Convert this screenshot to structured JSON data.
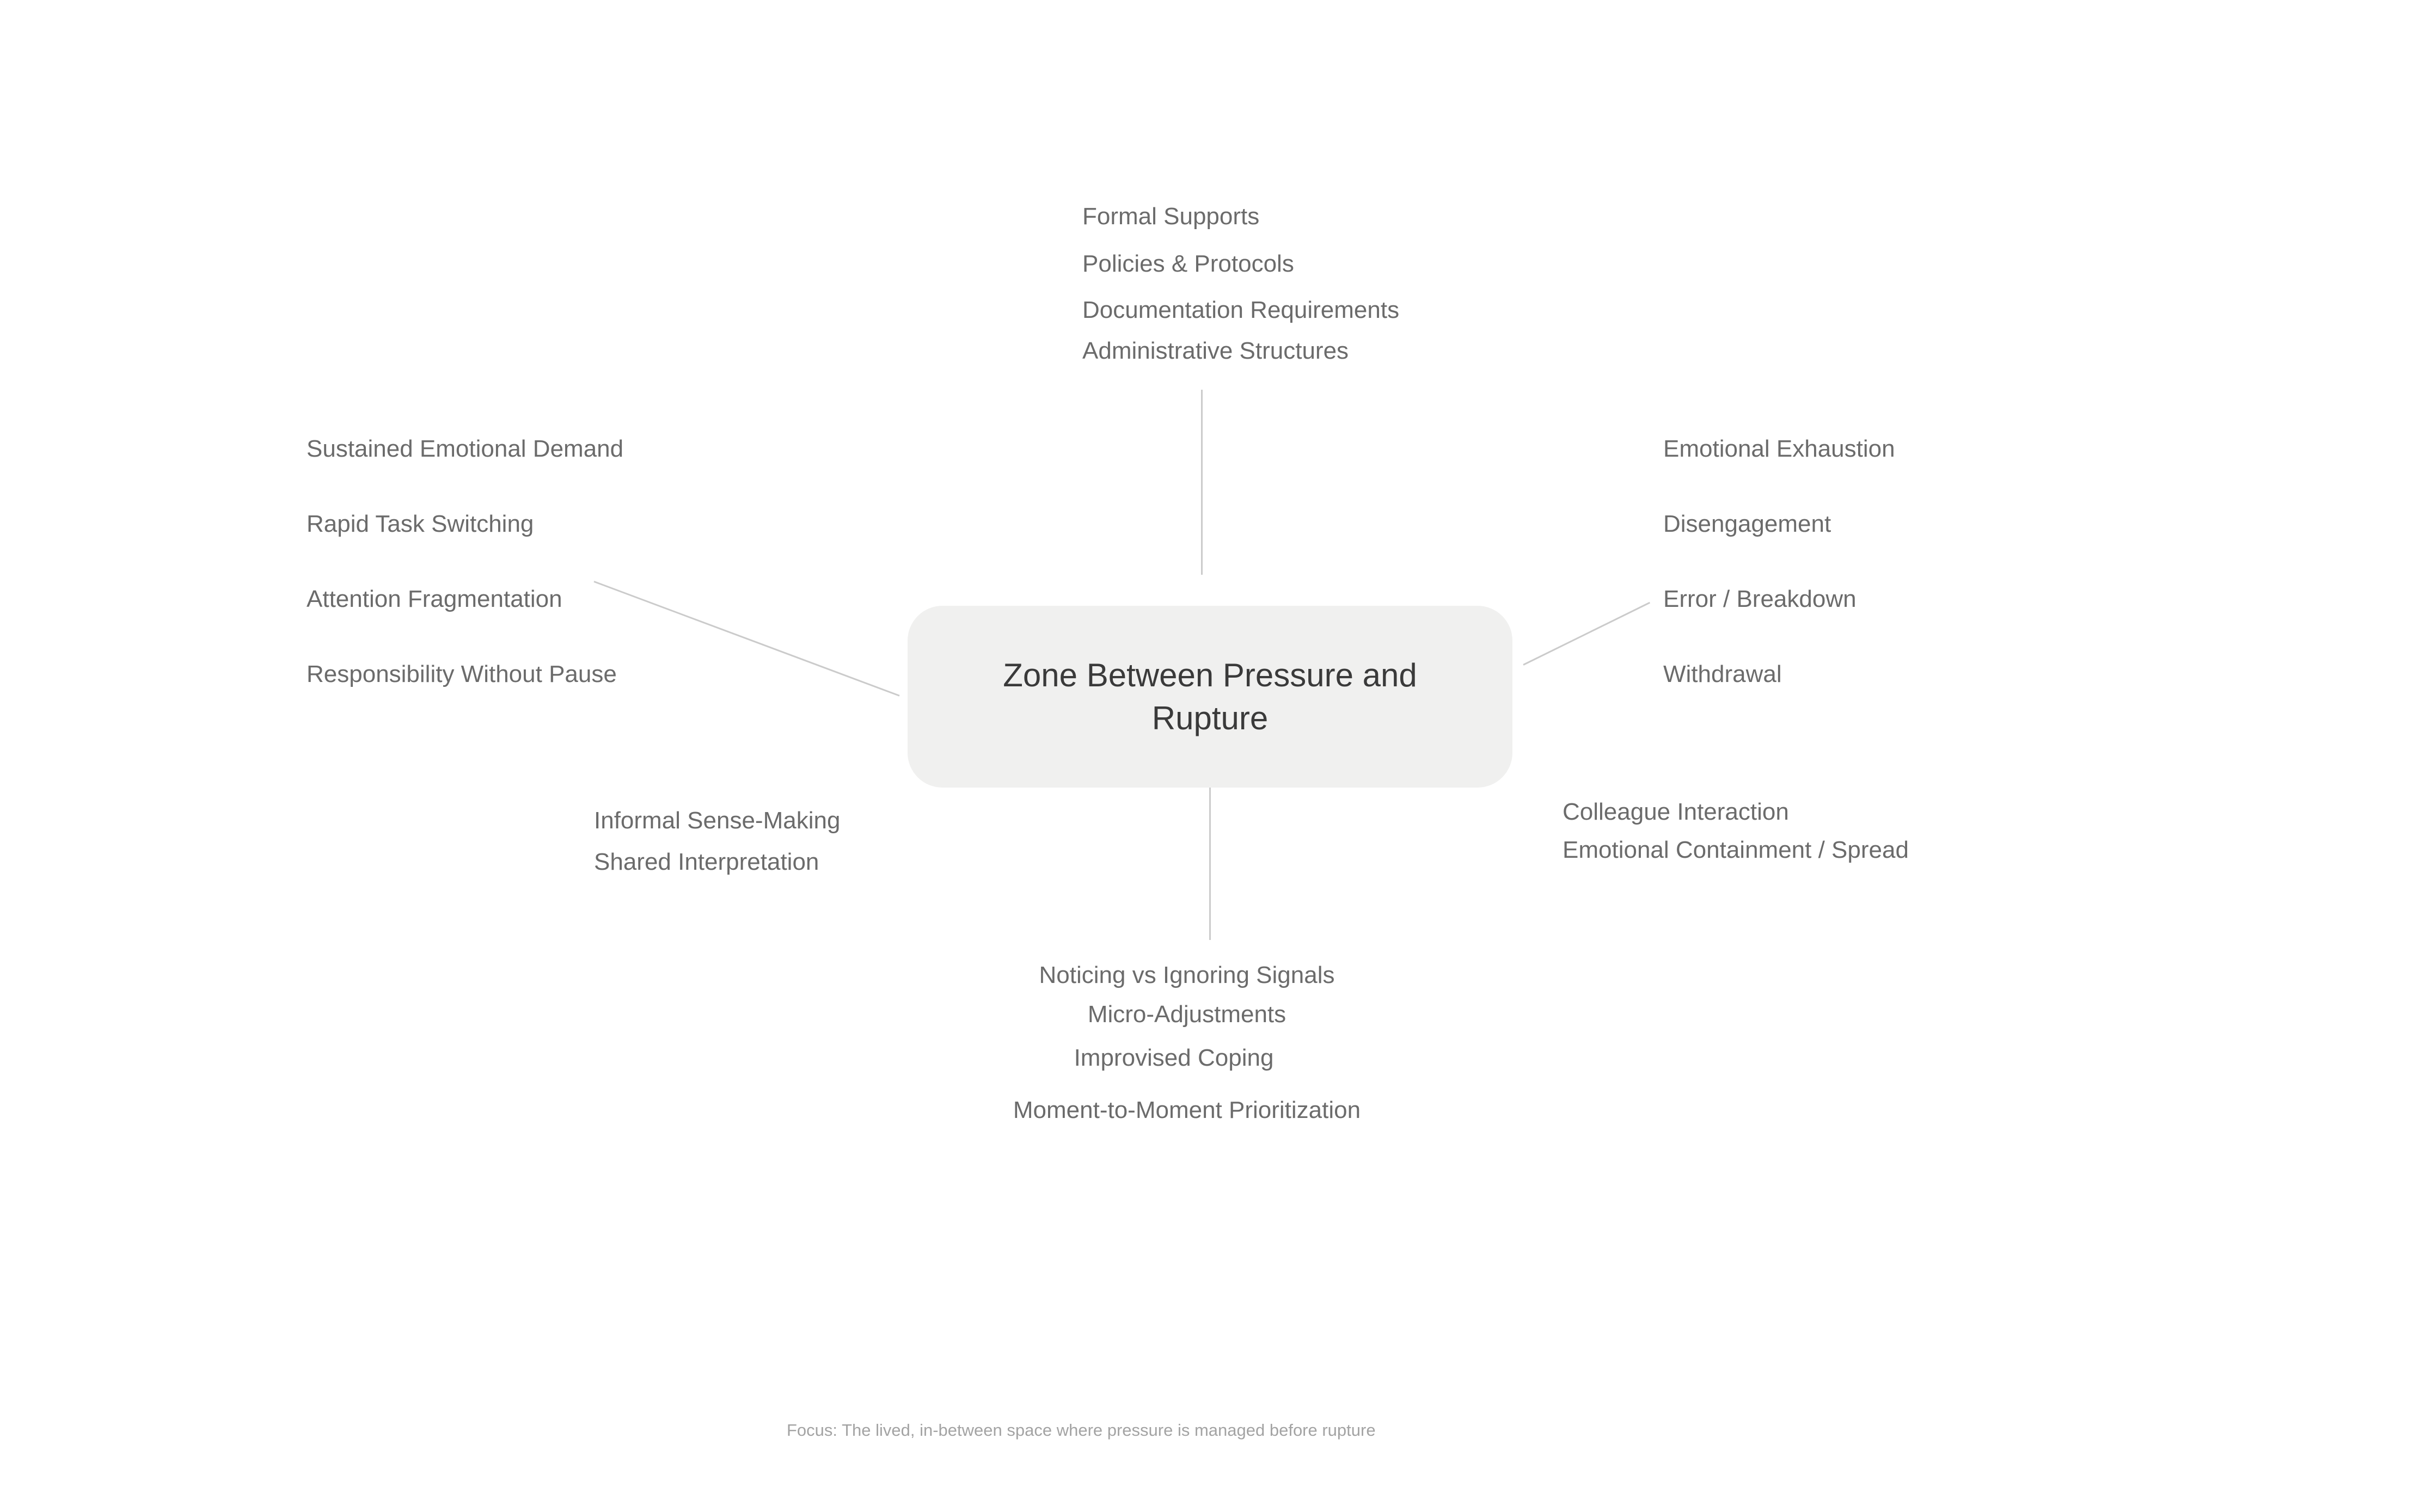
{
  "colors": {
    "canvas_bg": "#ffffff",
    "node_bg": "#f0f0ef",
    "node_text": "#3a3a3a",
    "label_text": "#6b6b6b",
    "connector": "#cbcbcb",
    "caption_text": "#a3a3a3"
  },
  "central_node": {
    "title": "Zone Between Pressure and Rupture"
  },
  "groups": {
    "top": {
      "items": [
        "Formal Supports",
        "Policies & Protocols",
        "Documentation Requirements",
        "Administrative Structures"
      ]
    },
    "left": {
      "items": [
        "Sustained Emotional Demand",
        "Rapid Task Switching",
        "Attention Fragmentation",
        "Responsibility Without Pause"
      ]
    },
    "right": {
      "items": [
        "Emotional Exhaustion",
        "Disengagement",
        "Error / Breakdown",
        "Withdrawal"
      ]
    },
    "bottom_left": {
      "items": [
        "Informal Sense-Making",
        "Shared Interpretation"
      ]
    },
    "bottom_right": {
      "items": [
        "Colleague Interaction",
        "Emotional Containment / Spread"
      ]
    },
    "bottom_center": {
      "items": [
        "Noticing vs Ignoring Signals",
        "Micro-Adjustments",
        "Improvised Coping",
        "Moment-to-Moment Prioritization"
      ]
    }
  },
  "caption": {
    "text": "Focus: The lived, in-between space where pressure is managed before rupture"
  }
}
